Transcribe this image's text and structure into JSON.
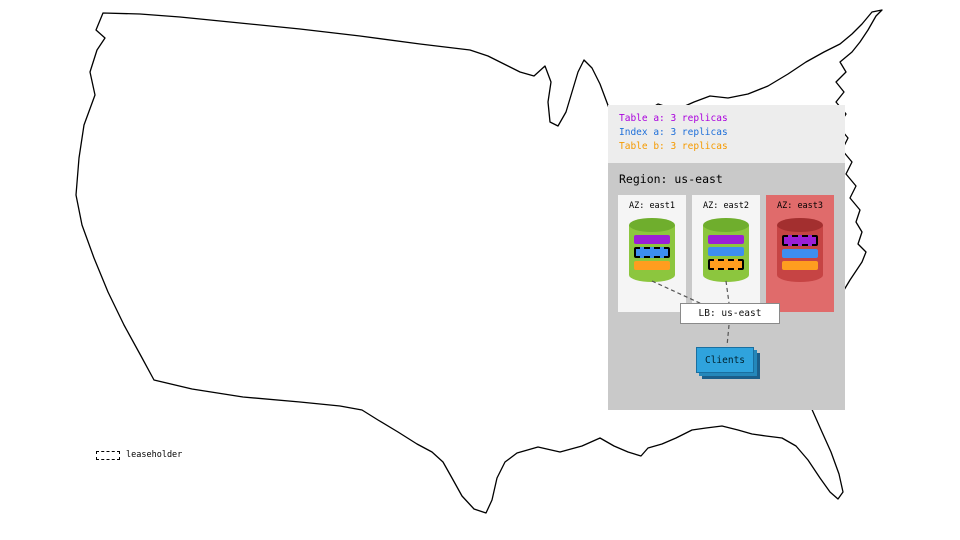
{
  "legend": {
    "items": [
      {
        "label": "Table a: 3 replicas",
        "color": "#aa00dd"
      },
      {
        "label": "Index a: 3 replicas",
        "color": "#1e6fd9"
      },
      {
        "label": "Table b: 3 replicas",
        "color": "#f59a00"
      }
    ]
  },
  "region": {
    "title": "Region: us-east",
    "azs": [
      {
        "label": "AZ: east1",
        "status": "up",
        "bars": [
          {
            "replica": "table-a",
            "color": "#9b1fd6",
            "leaseholder": false
          },
          {
            "replica": "index-a",
            "color": "#3d8ef0",
            "leaseholder": true
          },
          {
            "replica": "table-b",
            "color": "#ff9d1f",
            "leaseholder": false
          }
        ]
      },
      {
        "label": "AZ: east2",
        "status": "up",
        "bars": [
          {
            "replica": "table-a",
            "color": "#9b1fd6",
            "leaseholder": false
          },
          {
            "replica": "index-a",
            "color": "#3d8ef0",
            "leaseholder": false
          },
          {
            "replica": "table-b",
            "color": "#ff9d1f",
            "leaseholder": true
          }
        ]
      },
      {
        "label": "AZ: east3",
        "status": "down",
        "bars": [
          {
            "replica": "table-a",
            "color": "#9b1fd6",
            "leaseholder": true
          },
          {
            "replica": "index-a",
            "color": "#3d8ef0",
            "leaseholder": false
          },
          {
            "replica": "table-b",
            "color": "#ff9d1f",
            "leaseholder": false
          }
        ]
      }
    ]
  },
  "load_balancer": {
    "label": "LB: us-east"
  },
  "clients": {
    "label": "Clients"
  },
  "map_legend": {
    "leaseholder_label": "leaseholder"
  },
  "colors": {
    "panel_bg": "#ededed",
    "region_bg": "#c9c9c9",
    "az_bg": "#f5f5f5",
    "az_down_bg": "#e06b6b",
    "cyl_body": "#8cc63e",
    "cyl_top": "#6fae2d",
    "cyl_down_body": "#c64444",
    "cyl_down_top": "#a32f2f",
    "clients_bg": "#2fa3dd",
    "clients_mid": "#2487ba",
    "clients_shadow": "#1b5e8a",
    "clients_border": "#1a6fa0",
    "connector": "#555555",
    "map_outline": "#000000"
  }
}
